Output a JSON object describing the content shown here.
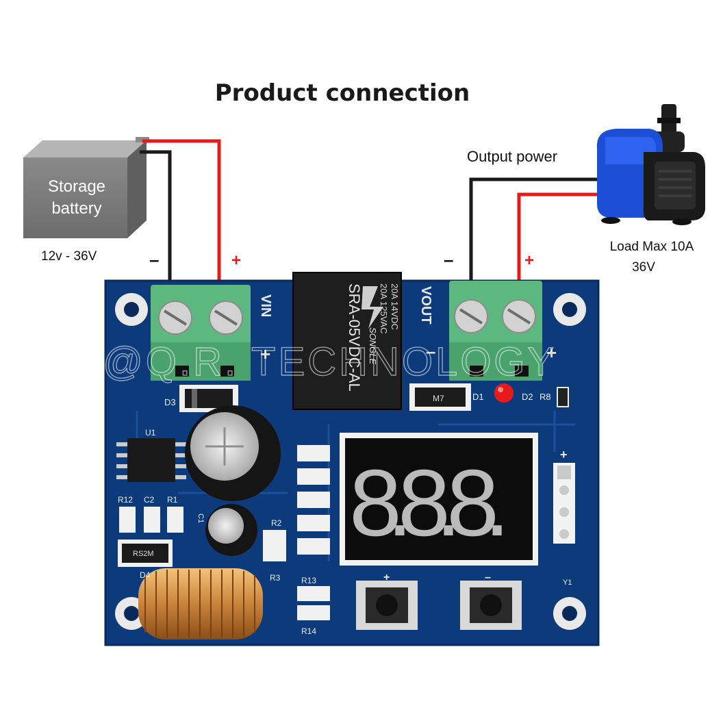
{
  "title": "Product connection",
  "battery": {
    "label_line1": "Storage",
    "label_line2": "battery",
    "voltage": "12v - 36V",
    "minus": "–",
    "plus": "+"
  },
  "output": {
    "label": "Output power",
    "load_line1": "Load Max 10A",
    "load_line2": "36V",
    "minus": "–",
    "plus": "+"
  },
  "board": {
    "vin_label": "VIN",
    "vout_label": "VOUT",
    "relay_line1": "20A 14VDC",
    "relay_line2": "20A 125VAC",
    "relay_model": "SRA-05VDC-AL",
    "relay_brand": "SONGLE",
    "watermark": "@Q.R. TECHNOLOGY",
    "display_digits": "8.8.8.",
    "components": {
      "d3": "D3",
      "d1": "D1",
      "d2": "D2",
      "r8": "R8",
      "u1": "U1",
      "r12": "R12",
      "c2": "C2",
      "r1": "R1",
      "r2": "R2",
      "r3": "R3",
      "d4": "D4",
      "r13": "R13",
      "r14": "R14",
      "y1": "Y1",
      "c1": "C1",
      "m7": "M7",
      "rs2m": "RS2M"
    },
    "button_plus": "+",
    "button_minus": "–",
    "header_plus": "+"
  },
  "colors": {
    "board": "#0d3a7a",
    "terminal": "#5cb87f",
    "wire_red": "#e31b1b",
    "wire_black": "#1a1a1a",
    "led_red": "#e81a1a",
    "pump_blue": "#1c4fd6"
  }
}
